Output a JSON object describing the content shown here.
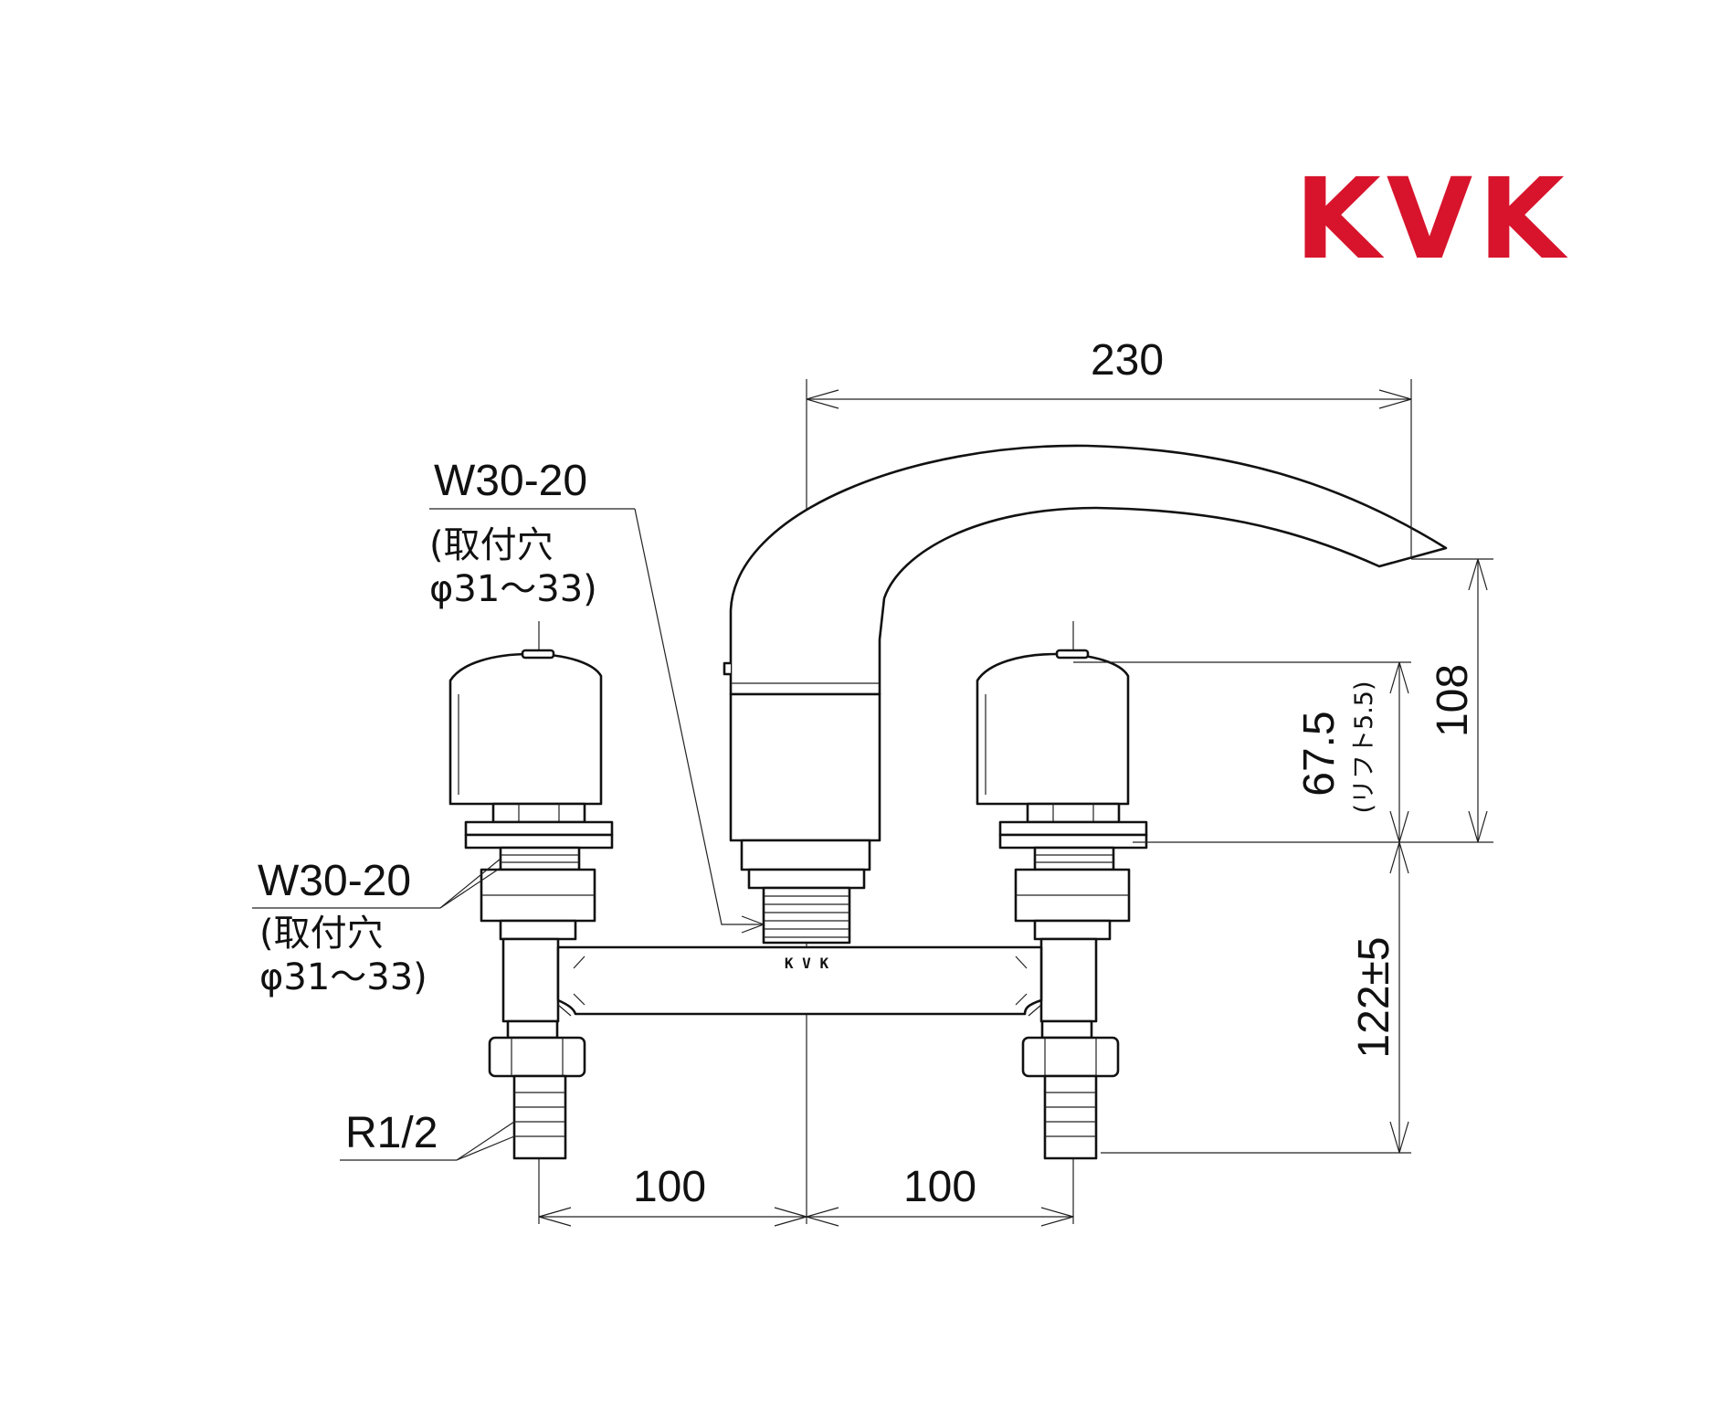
{
  "brand": {
    "logo_text": "KVK",
    "logo_color": "#d7142c",
    "body_mark": "K V K"
  },
  "dimensions": {
    "spout_reach": "230",
    "height_108": "108",
    "height_67_5": "67.5",
    "lift_note": "(リフト5.5)",
    "height_122": "122±5",
    "left_spacing": "100",
    "right_spacing": "100"
  },
  "specs": {
    "center_thread": "W30-20",
    "center_hole_line1": "(取付穴",
    "center_hole_line2": "φ31～33)",
    "left_thread": "W30-20",
    "left_hole_line1": "(取付穴",
    "left_hole_line2": "φ31～33)",
    "inlet_thread": "R1/2"
  }
}
